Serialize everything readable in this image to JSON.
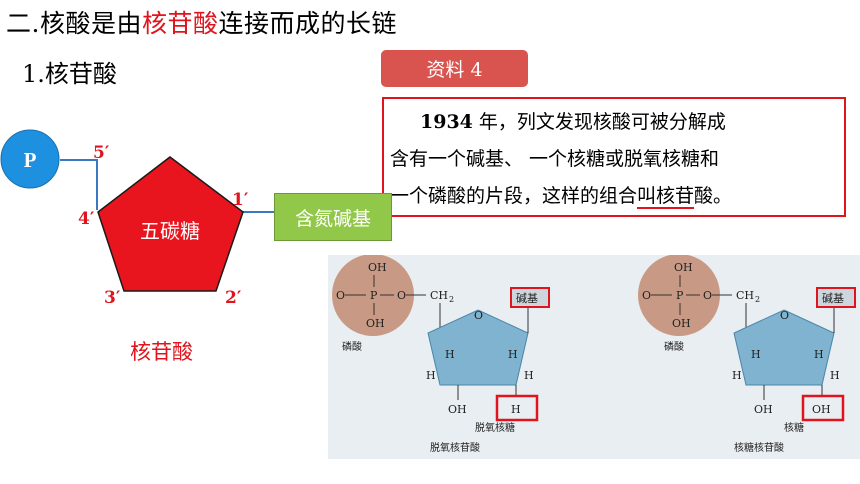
{
  "heading": {
    "prefix": "二.核酸是由",
    "highlight": "核苷酸",
    "suffix": "连接而成的长链"
  },
  "subheading": "1.核苷酸",
  "material_tag": "资料 4",
  "quote": {
    "line1_year": "1934",
    "line1_rest": " 年，列文发现核酸可被分解成",
    "line2": "含有一个碱基、 一个核糖或脱氧核糖和",
    "line3_a": "一个磷酸的片段，这样的组合",
    "line3_b": "叫核苷",
    "line3_c": "酸。"
  },
  "diagram": {
    "phosphate": "P",
    "sugar": "五碳糖",
    "base": "含氮碱基",
    "num_5": "5′",
    "num_4": "4′",
    "num_1": "1′",
    "num_3": "3′",
    "num_2": "2′",
    "caption": "核苷酸"
  },
  "textbook_left": {
    "oh_top": "OH",
    "o_left": "O",
    "p": "P",
    "o_right": "O",
    "ch2": "CH",
    "ch2_sub": "2",
    "oh_bottom": "OH",
    "base": "碱基",
    "phosphate_label": "磷酸",
    "ring_o": "O",
    "h1": "H",
    "h2": "H",
    "h3": "H",
    "h4": "H",
    "oh_3": "OH",
    "h_2": "H",
    "sugar_label": "脱氧核糖",
    "title": "脱氧核苷酸"
  },
  "textbook_right": {
    "oh_top": "OH",
    "o_left": "O",
    "p": "P",
    "o_right": "O",
    "ch2": "CH",
    "ch2_sub": "2",
    "oh_bottom": "OH",
    "base": "碱基",
    "phosphate_label": "磷酸",
    "ring_o": "O",
    "h1": "H",
    "h2": "H",
    "h3": "H",
    "h4": "H",
    "oh_3": "OH",
    "oh_2": "OH",
    "sugar_label": "核糖",
    "title": "核糖核苷酸"
  },
  "colors": {
    "red": "#e0141c",
    "phosphate_blue": "#1e90e0",
    "sugar_red": "#e8141e",
    "base_green": "#92c84a",
    "tag_red": "#d9534f"
  }
}
